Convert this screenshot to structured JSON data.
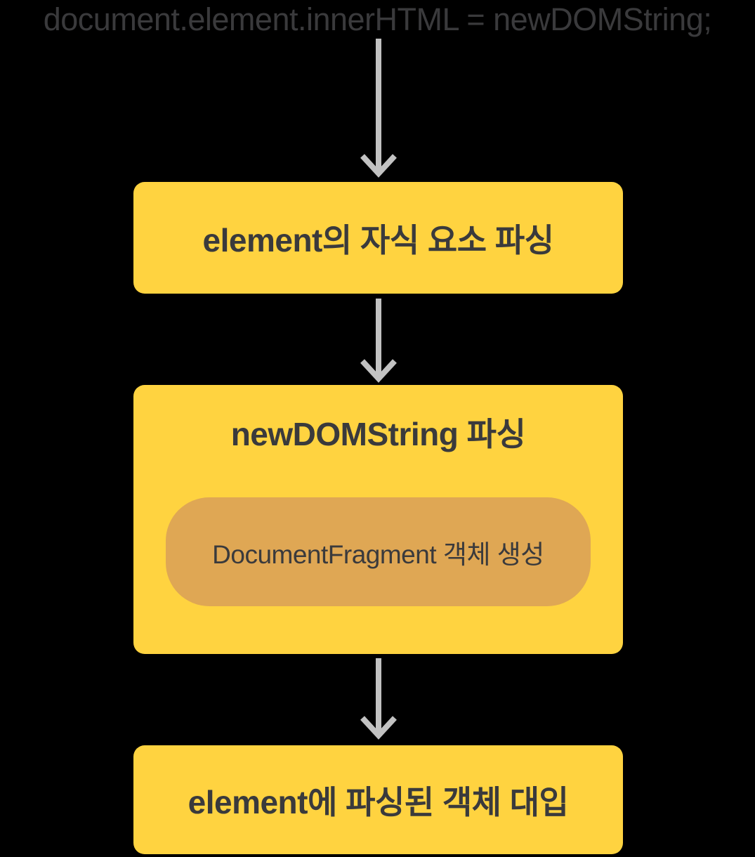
{
  "code_line": "document.element.innerHTML = newDOMString;",
  "steps": [
    {
      "label": "element의 자식 요소 파싱"
    },
    {
      "label": "newDOMString 파싱",
      "substep": "DocumentFragment 객체 생성"
    },
    {
      "label": "element에 파싱된 객체 대입"
    }
  ],
  "icons": {
    "down_arrow": "down-arrow"
  },
  "colors": {
    "bg": "#000000",
    "yellow": "#FFD340",
    "pill": "#DFA754",
    "ink": "#3A3A3C",
    "arrow": "#C2C2C2"
  }
}
